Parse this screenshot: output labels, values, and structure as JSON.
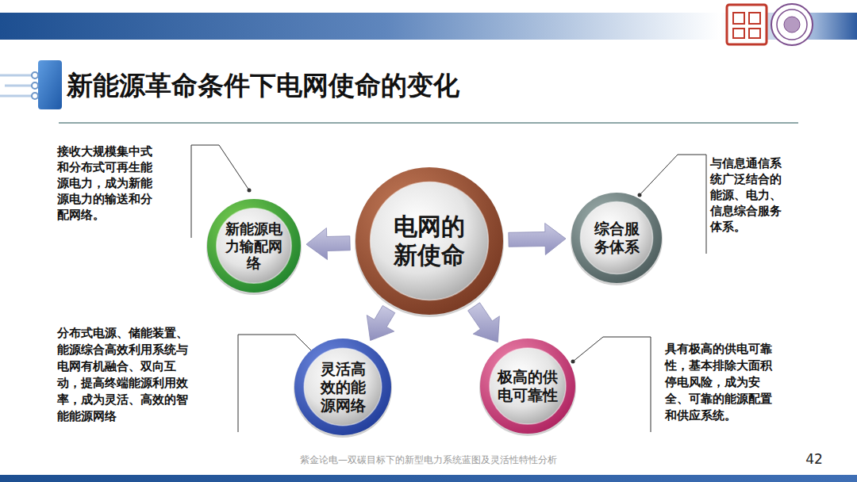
{
  "diagram": {
    "title": "新能源革命条件下电网使命的变化",
    "nodes": [
      {
        "text": [
          "电网的 新使命"
        ]
      },
      {
        "text": [
          "新能源电 力输配网 络"
        ]
      },
      {
        "text": [
          "综合服 务体系"
        ]
      },
      {
        "text": [
          "灵活高 效的能 源网络"
        ]
      },
      {
        "text": [
          "极高的供 电可靠性"
        ]
      }
    ],
    "edges": [
      {
        "from": 0,
        "to": 1,
        "arrow": "to"
      },
      {
        "from": 0,
        "to": 2,
        "arrow": "to"
      },
      {
        "from": 0,
        "to": 3,
        "arrow": "to"
      },
      {
        "from": 0,
        "to": 4,
        "arrow": "to"
      }
    ],
    "labels": [
      "接收大规模集中式 和分布式可再生能 源电力，成为新能 源电力的输送和分 配网络。",
      "与信息通信系 统广泛结合的 能源、电力、 信息综合服务 体系。",
      "分布式电源、储能装置、 能源综合高效利用系统与 电网有机融合、双向互 动，提高终端能源利用效 率，成为灵活、高效的智 能能源网络",
      "具有极高的供电可靠 性，基本排除大面积 停电风险，成为安 全、可靠的能源配置 和供应系统。",
      "紫金论电—双碳目标下的新型电力系统蓝图及灵活性特性分析",
      "42"
    ]
  }
}
